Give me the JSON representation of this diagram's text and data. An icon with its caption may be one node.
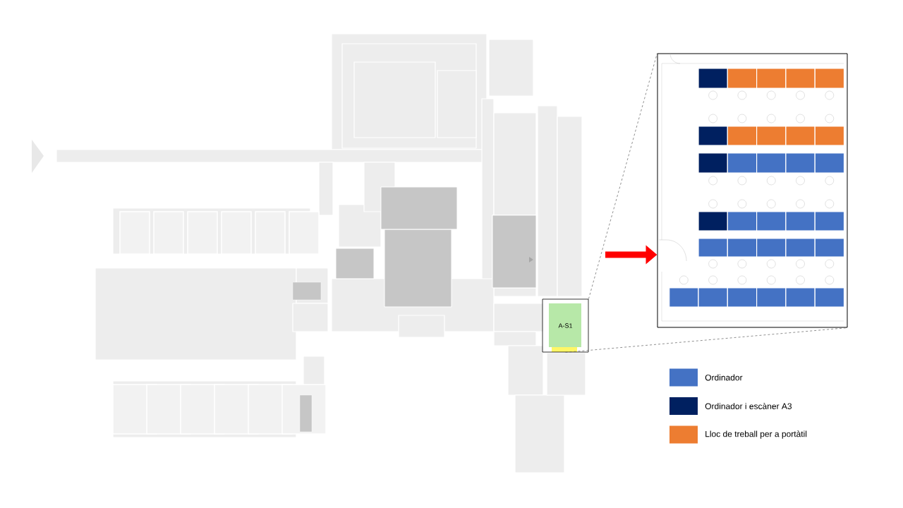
{
  "diagram": {
    "nodes": [
      {
        "text": [
          "A-S1"
        ]
      },
      {
        "text": [],
        "shape": "picture"
      }
    ],
    "edges": [
      {
        "from": 0,
        "to": 1,
        "arrow": "none",
        "style": "dashed"
      },
      {
        "from": 0,
        "to": 1,
        "arrow": "none",
        "style": "dashed"
      },
      {
        "from": null,
        "to": 1,
        "arrow": "to",
        "style": "thick",
        "color": "#ff0000"
      }
    ],
    "legend": [
      {
        "text": "Ordinador",
        "color": "#4472c4"
      },
      {
        "text": "Ordinador i escàner A3",
        "color": "#002060"
      },
      {
        "text": "Lloc de treball per a portàtil",
        "color": "#ed7d31"
      }
    ]
  }
}
